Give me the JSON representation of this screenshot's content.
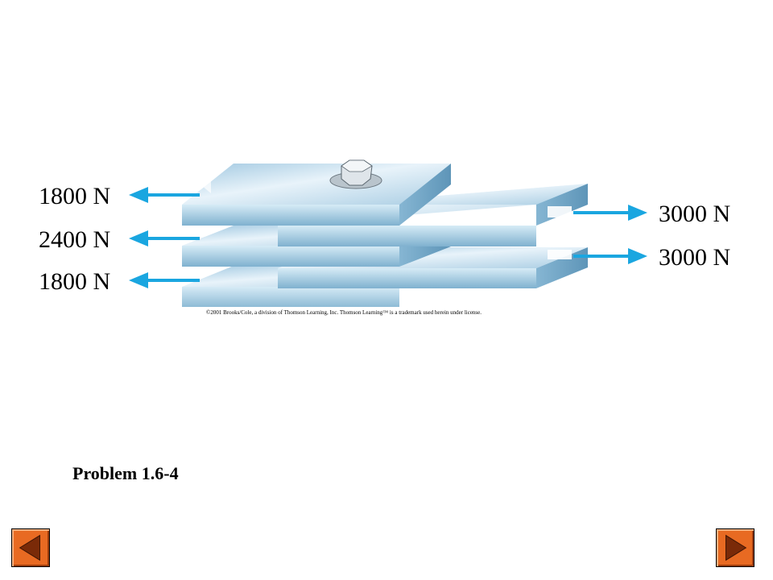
{
  "forces_left": [
    {
      "label": "1800 N"
    },
    {
      "label": "2400 N"
    },
    {
      "label": "1800 N"
    }
  ],
  "forces_right": [
    {
      "label": "3000 N"
    },
    {
      "label": "3000 N"
    }
  ],
  "copyright": "©2001 Brooks/Cole, a division of Thomson Learning, Inc.  Thomson Learning™ is a trademark used herein under license.",
  "problem_title": "Problem 1.6-4",
  "colors": {
    "arrow": "#1aa6e0",
    "plate_top": "#cfe6f3",
    "plate_edge": "#7fb1cf",
    "nav_fill": "#e86a22",
    "nav_arrow": "#7a2a08"
  },
  "icons": {
    "prev": "left-triangle-icon",
    "next": "right-triangle-icon",
    "bolt": "hex-bolt-icon"
  }
}
